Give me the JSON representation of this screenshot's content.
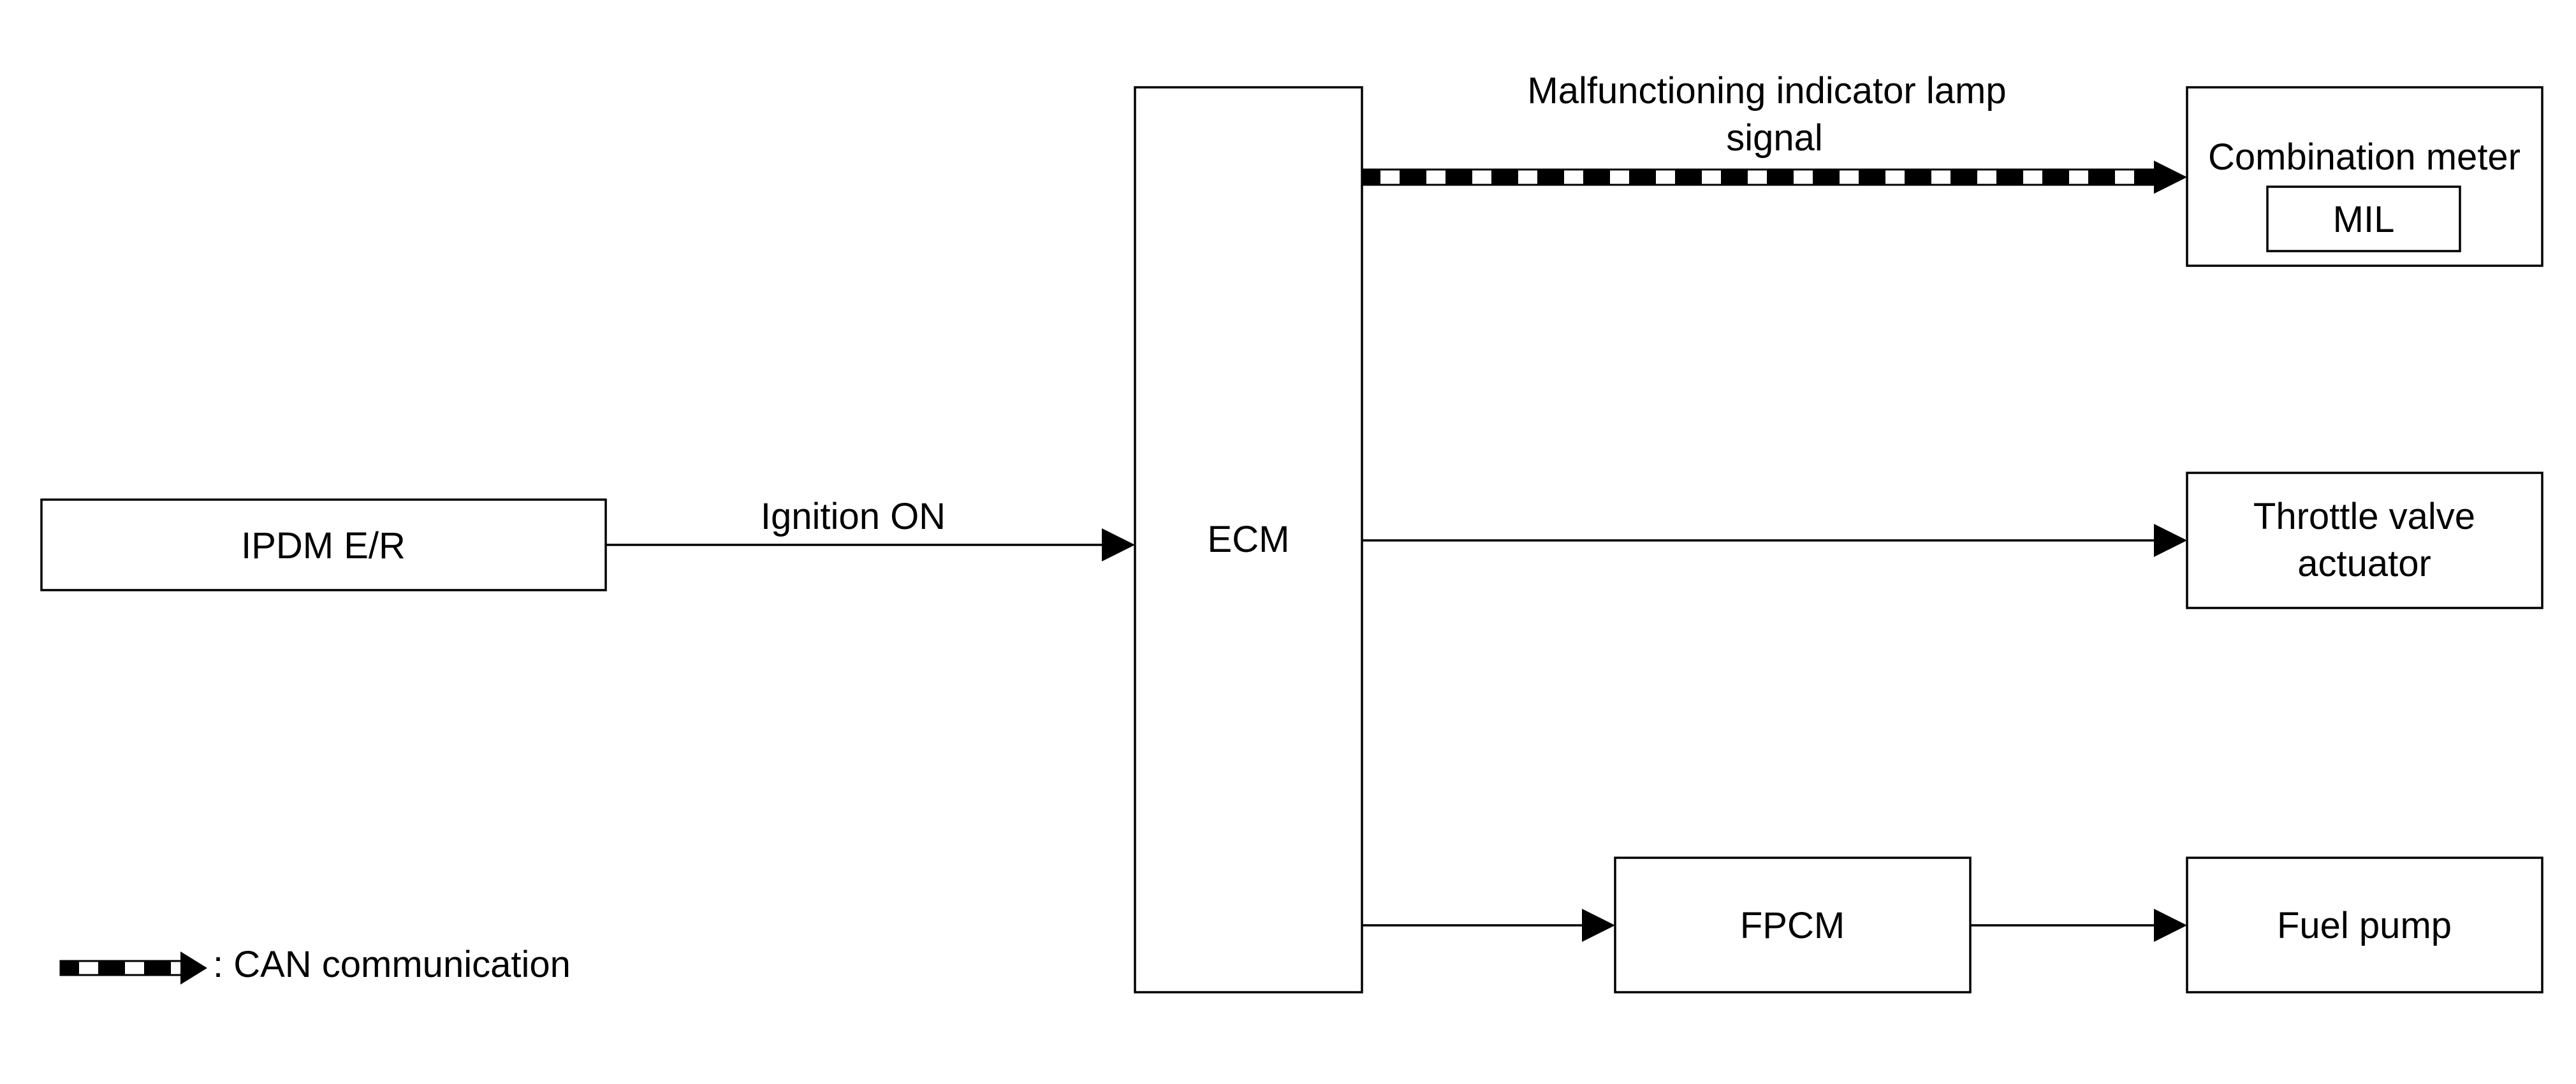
{
  "diagram": {
    "nodes": {
      "ipdm": {
        "label": "IPDM E/R"
      },
      "ecm": {
        "label": "ECM"
      },
      "combination_meter": {
        "label": "Combination meter",
        "inner_label": "MIL"
      },
      "throttle": {
        "label_line1": "Throttle valve",
        "label_line2": "actuator"
      },
      "fpcm": {
        "label": "FPCM"
      },
      "fuel_pump": {
        "label": "Fuel pump"
      }
    },
    "edges": {
      "ignition": {
        "label": "Ignition ON"
      },
      "mil_signal": {
        "label_line1": "Malfunctioning indicator lamp",
        "label_line2": "signal"
      }
    },
    "legend": {
      "text": ": CAN communication"
    }
  }
}
